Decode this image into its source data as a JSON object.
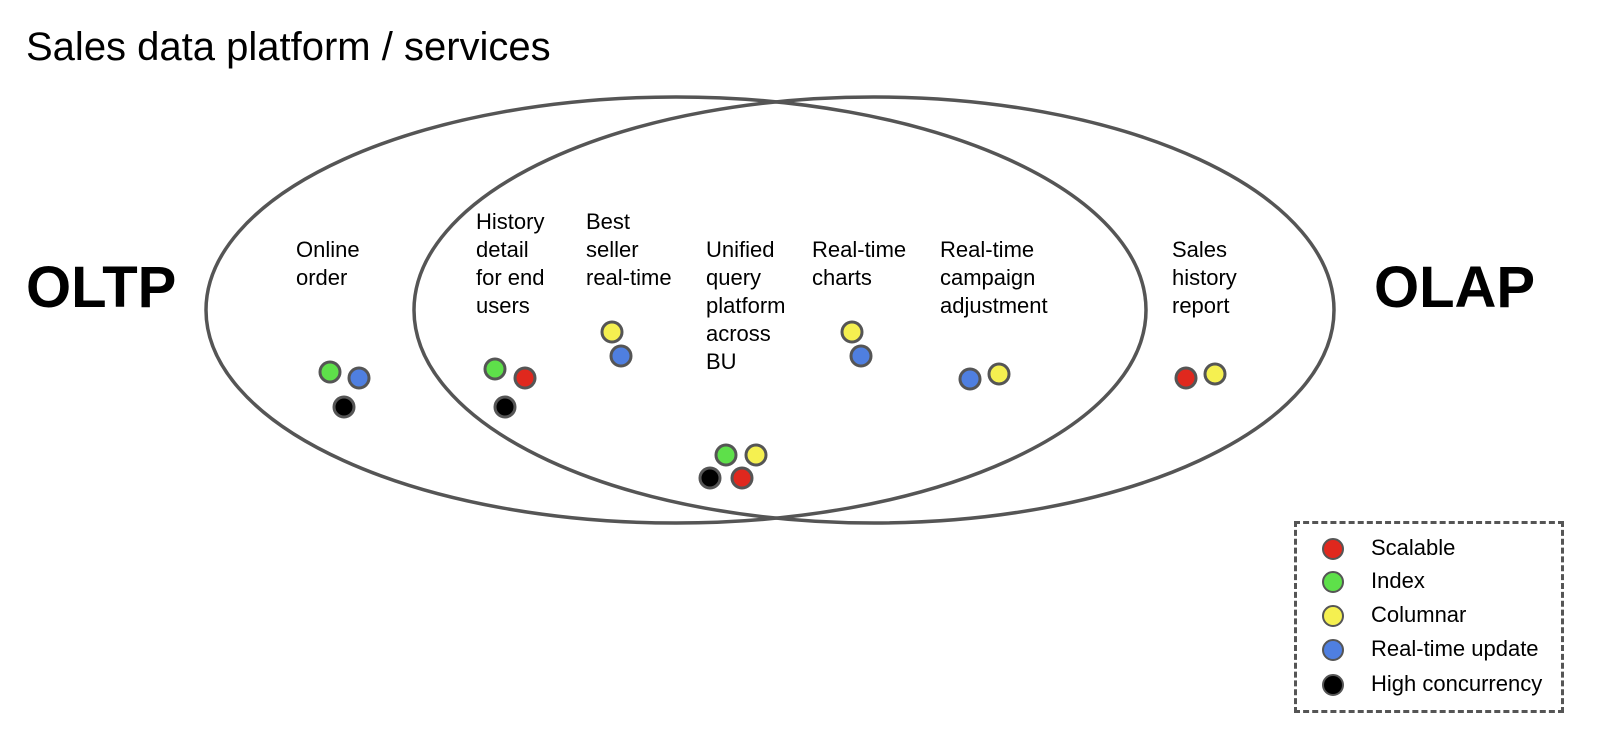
{
  "title": "Sales data platform / services",
  "left_region": "OLTP",
  "right_region": "OLAP",
  "colors": {
    "red": "#e0281e",
    "green": "#5ee04a",
    "yellow": "#f5f050",
    "blue": "#4f7fe0",
    "black": "#000000",
    "stroke": "#555555"
  },
  "services": [
    {
      "lines": [
        "Online",
        "order"
      ],
      "features": [
        "Index",
        "Real-time update",
        "High concurrency"
      ]
    },
    {
      "lines": [
        "History",
        "detail",
        "for end",
        "users"
      ],
      "features": [
        "Index",
        "Scalable",
        "High concurrency"
      ]
    },
    {
      "lines": [
        "Best",
        "seller",
        "real-time"
      ],
      "features": [
        "Columnar",
        "Real-time update"
      ]
    },
    {
      "lines": [
        "Unified",
        "query",
        "platform",
        "across",
        "BU"
      ],
      "features": [
        "Index",
        "Columnar",
        "High concurrency",
        "Scalable"
      ]
    },
    {
      "lines": [
        "Real-time",
        "charts"
      ],
      "features": [
        "Columnar",
        "Real-time update"
      ]
    },
    {
      "lines": [
        "Real-time",
        "campaign",
        "adjustment"
      ],
      "features": [
        "Real-time update",
        "Columnar"
      ]
    },
    {
      "lines": [
        "Sales",
        "history",
        "report"
      ],
      "features": [
        "Scalable",
        "Columnar"
      ]
    }
  ],
  "legend": [
    {
      "label": "Scalable",
      "color": "red"
    },
    {
      "label": "Index",
      "color": "green"
    },
    {
      "label": "Columnar",
      "color": "yellow"
    },
    {
      "label": "Real-time update",
      "color": "blue"
    },
    {
      "label": "High concurrency",
      "color": "black"
    }
  ]
}
